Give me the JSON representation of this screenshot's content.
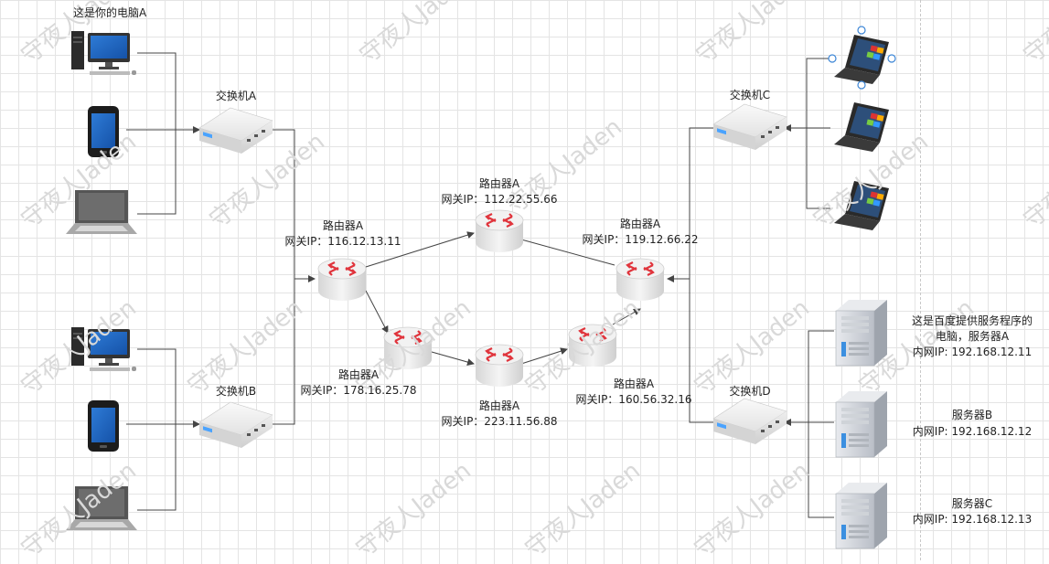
{
  "watermark": "守夜人Jaden",
  "labels": {
    "pc_a": "这是你的电脑A",
    "switch_a": "交换机A",
    "switch_b": "交换机B",
    "switch_c": "交换机C",
    "switch_d": "交换机D",
    "r1_name": "路由器A",
    "r1_ip": "网关IP：116.12.13.11",
    "r2_name": "路由器A",
    "r2_ip": "网关IP：112.22.55.66",
    "r3_name": "路由器A",
    "r3_ip": "网关IP：119.12.66.22",
    "r4_name": "路由器A",
    "r4_ip": "网关IP：178.16.25.78",
    "r5_name": "路由器A",
    "r5_ip": "网关IP：223.11.56.88",
    "r6_name": "路由器A",
    "r6_ip": "网关IP：160.56.32.16",
    "srv_a_line1": "这是百度提供服务程序的",
    "srv_a_line2": "电脑，服务器A",
    "srv_a_ip": "内网IP: 192.168.12.11",
    "srv_b_name": "服务器B",
    "srv_b_ip": "内网IP: 192.168.12.12",
    "srv_c_name": "服务器C",
    "srv_c_ip": "内网IP: 192.168.12.13"
  },
  "icons": {
    "desktop": "desktop-computer-icon",
    "phone": "mobile-phone-icon",
    "laptop": "laptop-icon",
    "switch": "network-switch-icon",
    "router": "router-icon",
    "server": "tower-server-icon"
  }
}
